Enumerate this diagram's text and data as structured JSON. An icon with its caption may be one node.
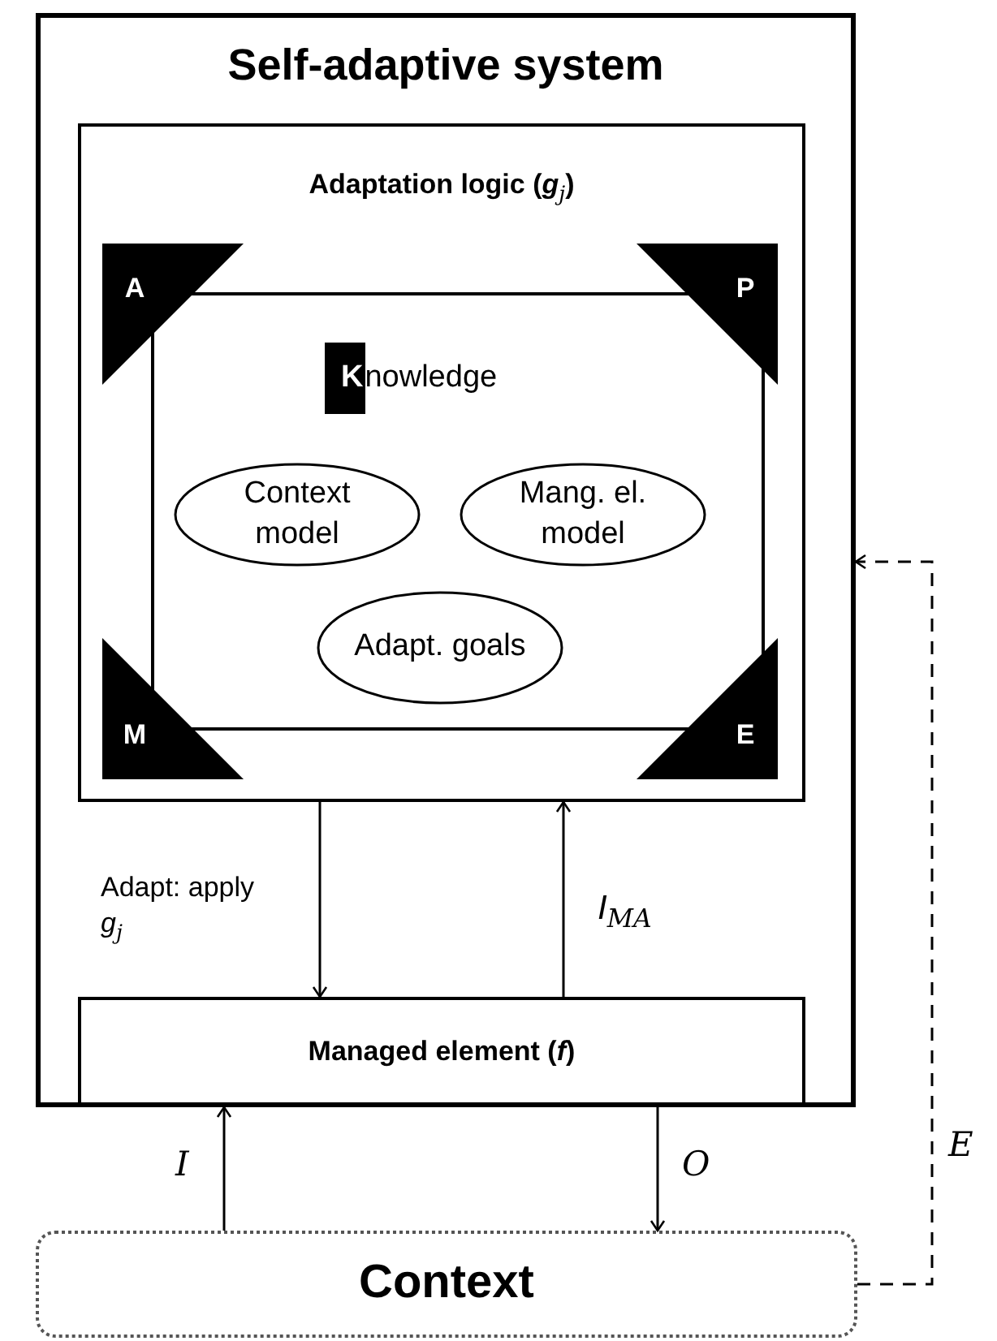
{
  "diagram": {
    "nodes": [
      {
        "text": [
          "Self-adaptive system"
        ]
      },
      {
        "text": [
          "Adaptation logic (*g*$_{j}$)"
        ],
        "in": 0
      },
      {
        "text": [
          "A"
        ],
        "in": 1
      },
      {
        "text": [
          "P"
        ],
        "in": 1
      },
      {
        "text": [
          "Knowledge"
        ],
        "in": 1
      },
      {
        "text": [
          "Context model"
        ],
        "in": 4
      },
      {
        "text": [
          "Mang. el. model"
        ],
        "in": 4
      },
      {
        "text": [
          "Adapt. goals"
        ],
        "in": 4
      },
      {
        "text": [
          "M"
        ],
        "in": 1
      },
      {
        "text": [
          "E"
        ],
        "in": 1
      },
      {
        "text": [
          "Managed element (*f*)"
        ],
        "in": 0
      },
      {
        "text": [
          "Context"
        ]
      }
    ],
    "edges": [
      {
        "from": 1,
        "to": 10,
        "arrow": "to",
        "label": "Adapt: apply *g*$_{j}$"
      },
      {
        "from": 10,
        "to": 1,
        "arrow": "to",
        "label": "*I*$_{MA}$"
      },
      {
        "from": 11,
        "to": 10,
        "arrow": "to",
        "label": "I"
      },
      {
        "from": 10,
        "to": 11,
        "arrow": "to",
        "label": "O"
      },
      {
        "from": 11,
        "to": 0,
        "arrow": "to",
        "label": "E",
        "style": "dashed"
      }
    ]
  }
}
